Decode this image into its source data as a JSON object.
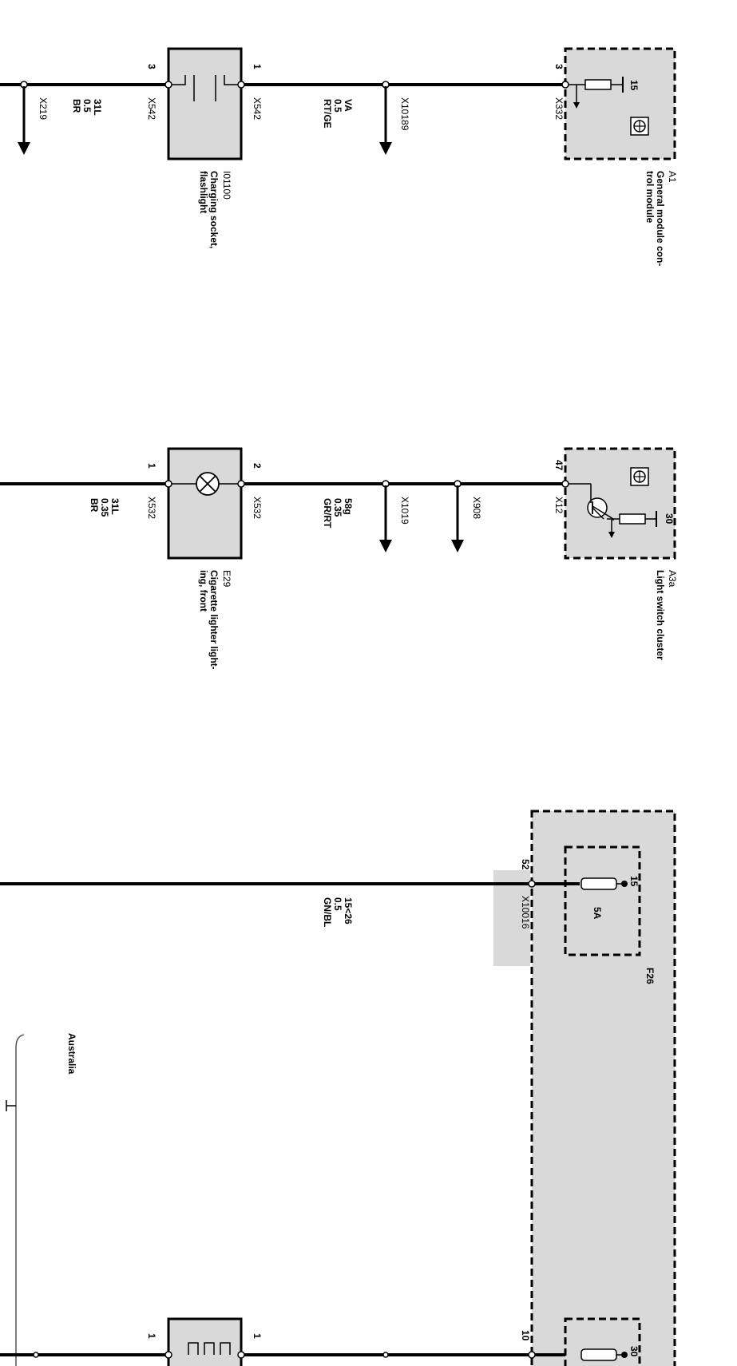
{
  "circuits": [
    {
      "id": "c1",
      "right_component": {
        "ref": "A1",
        "name_lines": [
          "General module con-",
          "trol module"
        ],
        "terminal": "15"
      },
      "right_pin": "3",
      "right_connector": "X332",
      "wire": {
        "circuit": "VA",
        "size": "0.5",
        "color": "RT/GE"
      },
      "splices": [
        {
          "label": "X10189"
        }
      ],
      "left_component": {
        "ref": "I01100",
        "name_lines": [
          "Charging socket,",
          "flashlight"
        ],
        "pin_right": "1",
        "pin_left": "3",
        "connector_right": "X542",
        "connector_left": "X542"
      },
      "ground_wire": {
        "circuit": "31L",
        "size": "0.5",
        "color": "BR"
      },
      "ground_splice": "X219"
    },
    {
      "id": "c2",
      "right_component": {
        "ref": "A3a",
        "name_lines": [
          "Light switch cluster"
        ],
        "terminal": "30"
      },
      "right_pin": "47",
      "right_connector": "X12",
      "wire": {
        "circuit": "58g",
        "size": "0.35",
        "color": "GR/RT"
      },
      "splices": [
        {
          "label": "X908"
        },
        {
          "label": "X1019"
        }
      ],
      "left_component": {
        "ref": "E29",
        "name_lines": [
          "Cigarette lighter light-",
          "ing, front"
        ],
        "pin_right": "2",
        "pin_left": "1",
        "connector_right": "X532",
        "connector_left": "X532"
      },
      "ground_wire": {
        "circuit": "31L",
        "size": "0.35",
        "color": "BR"
      }
    },
    {
      "id": "c3",
      "fuse_block": {
        "ref": "F26",
        "terminal": "15",
        "rating": "5A"
      },
      "right_pin": "52",
      "right_connector": "X10016",
      "wire": {
        "circuit": "15<26",
        "size": "0.5",
        "color": "GN/BL"
      },
      "variant_label": "Australia"
    },
    {
      "id": "c4",
      "fuse_terminal": "30",
      "right_pin": "10",
      "left_pin_right": "1",
      "left_pin_left": "1"
    }
  ]
}
